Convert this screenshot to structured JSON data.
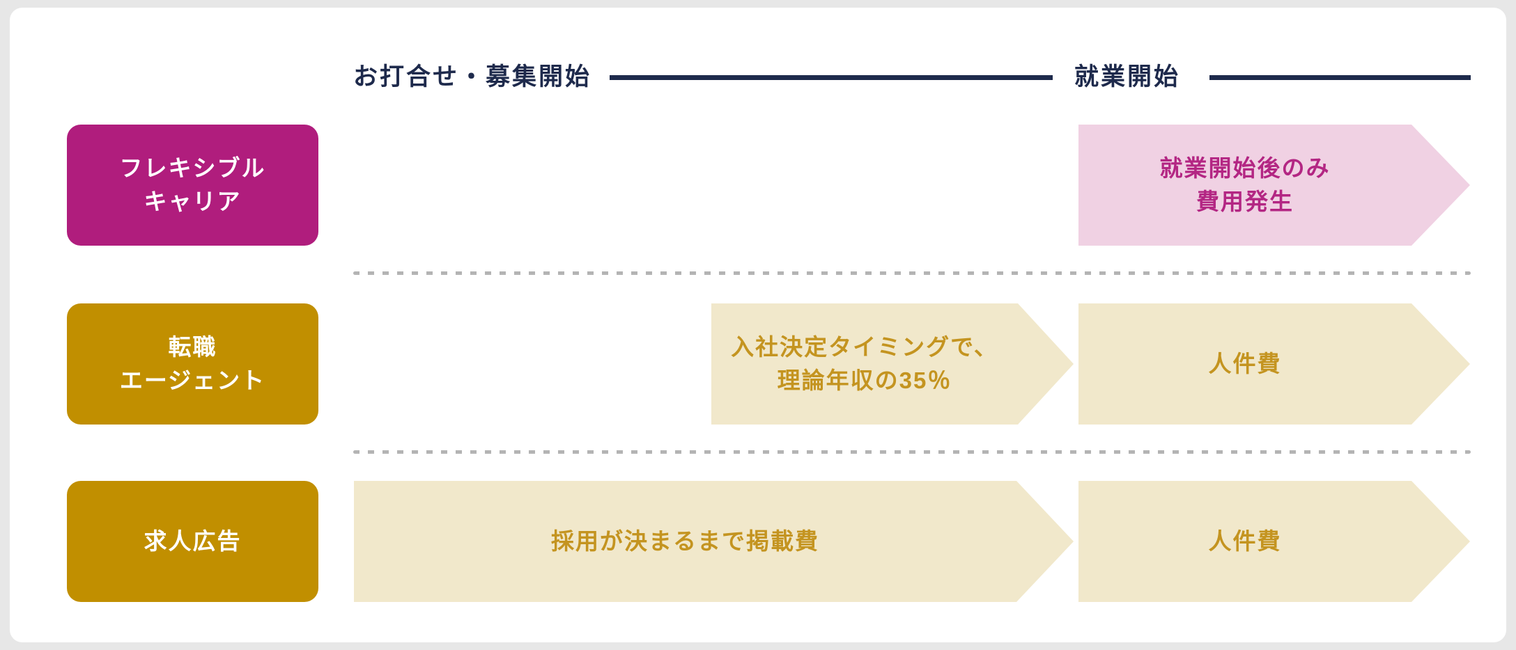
{
  "header": {
    "milestone1": "お打合せ・募集開始",
    "milestone2": "就業開始"
  },
  "rows": [
    {
      "label_lines": [
        "フレキシブル",
        "キャリア"
      ],
      "arrows": [
        {
          "column": "after",
          "variant": "pink",
          "lines": [
            "就業開始後のみ",
            "費用発生"
          ]
        }
      ]
    },
    {
      "label_lines": [
        "転職",
        "エージェント"
      ],
      "arrows": [
        {
          "column": "mid",
          "variant": "cream",
          "lines": [
            "入社決定タイミングで、",
            "理論年収の35％"
          ]
        },
        {
          "column": "after",
          "variant": "cream",
          "lines": [
            "人件費"
          ]
        }
      ]
    },
    {
      "label_lines": [
        "求人広告"
      ],
      "arrows": [
        {
          "column": "long",
          "variant": "cream",
          "lines": [
            "採用が決まるまで掲載費"
          ]
        },
        {
          "column": "after",
          "variant": "cream",
          "lines": [
            "人件費"
          ]
        }
      ]
    }
  ],
  "colors": {
    "navy": "#1e2a4c",
    "magenta_label": "#b01d7d",
    "magenta_text": "#b32683",
    "pink_arrow": "#f0d1e3",
    "gold_label": "#c18f00",
    "gold_text": "#c49420",
    "cream_arrow": "#f1e8cb",
    "card_background": "#ffffff",
    "page_background": "#e7e7e7",
    "dotted_line": "#b4b4b4"
  }
}
